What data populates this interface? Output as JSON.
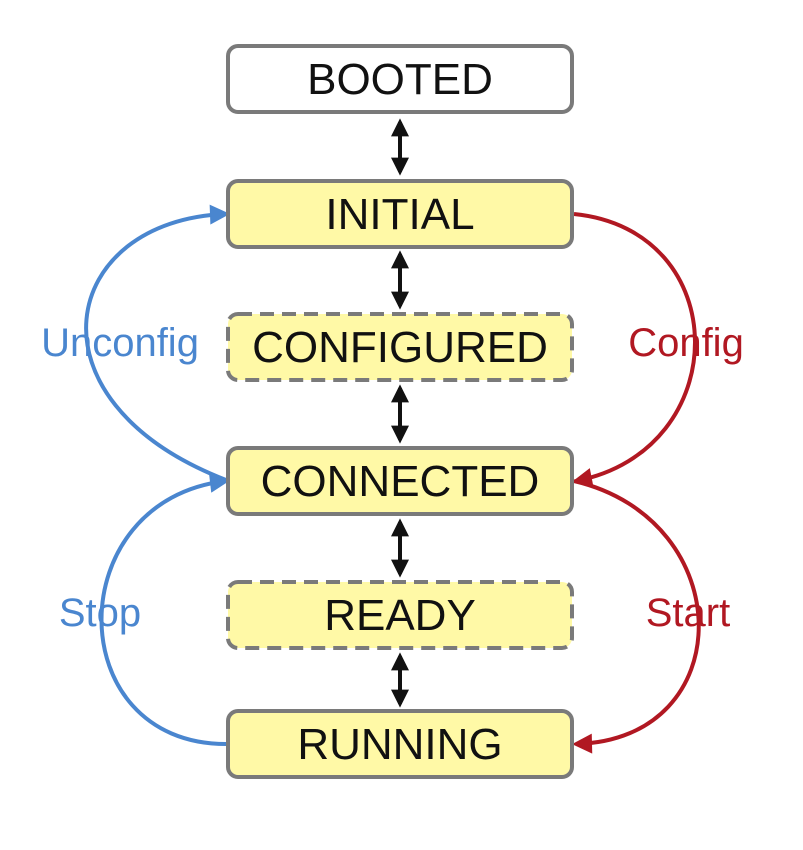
{
  "states": [
    {
      "id": "booted",
      "label": "BOOTED",
      "style": "solid",
      "fill": "#ffffff"
    },
    {
      "id": "initial",
      "label": "INITIAL",
      "style": "solid",
      "fill": "#fff9a6"
    },
    {
      "id": "configured",
      "label": "CONFIGURED",
      "style": "dashed",
      "fill": "#fff9a6"
    },
    {
      "id": "connected",
      "label": "CONNECTED",
      "style": "solid",
      "fill": "#fff9a6"
    },
    {
      "id": "ready",
      "label": "READY",
      "style": "dashed",
      "fill": "#fff9a6"
    },
    {
      "id": "running",
      "label": "RUNNING",
      "style": "solid",
      "fill": "#fff9a6"
    }
  ],
  "transitions": {
    "unconfig": {
      "label": "Unconfig",
      "color": "#4a86cf",
      "from": "connected",
      "to": "initial"
    },
    "config": {
      "label": "Config",
      "color": "#b11822",
      "from": "initial",
      "to": "connected"
    },
    "stop": {
      "label": "Stop",
      "color": "#4a86cf",
      "from": "running",
      "to": "connected"
    },
    "start": {
      "label": "Start",
      "color": "#b11822",
      "from": "connected",
      "to": "running"
    }
  },
  "colors": {
    "box_border": "#7a7a7a",
    "vertical_arrow": "#111111"
  }
}
